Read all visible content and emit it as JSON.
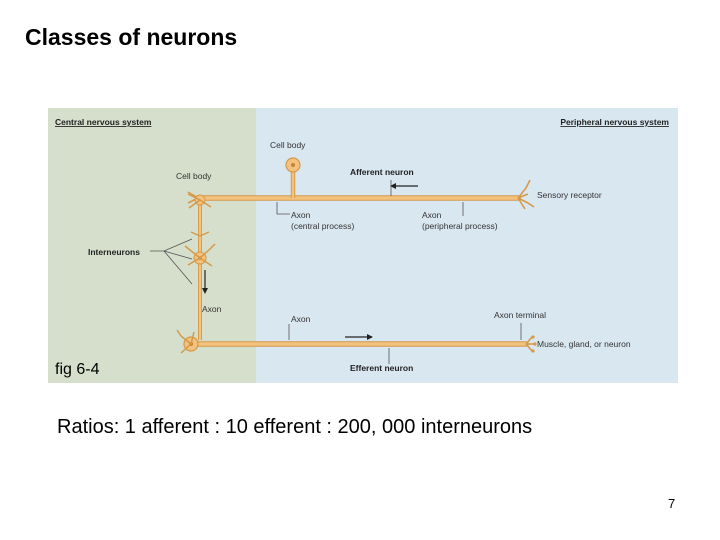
{
  "slide": {
    "title": "Classes of neurons",
    "ratios": "Ratios: 1 afferent : 10 efferent : 200, 000 interneurons",
    "page_number": "7"
  },
  "figure": {
    "caption": "fig 6-4",
    "regions": {
      "central": "Central nervous system",
      "peripheral": "Peripheral nervous system"
    },
    "labels": {
      "cell_body_top": "Cell body",
      "cell_body_left": "Cell body",
      "afferent_neuron": "Afferent neuron",
      "sensory_receptor": "Sensory receptor",
      "axon_central_1": "Axon",
      "axon_central_2": "(central process)",
      "axon_peripheral_1": "Axon",
      "axon_peripheral_2": "(peripheral process)",
      "interneurons": "Interneurons",
      "axon_inter": "Axon",
      "axon_efferent": "Axon",
      "axon_terminal": "Axon terminal",
      "muscle": "Muscle, gland, or neuron",
      "efferent_neuron": "Efferent neuron"
    },
    "colors": {
      "cns_bg": "#d6dfcc",
      "pns_bg": "#d9e7f1",
      "neuron": "#f2c27e",
      "neuron_outline": "#d49a4a"
    }
  }
}
